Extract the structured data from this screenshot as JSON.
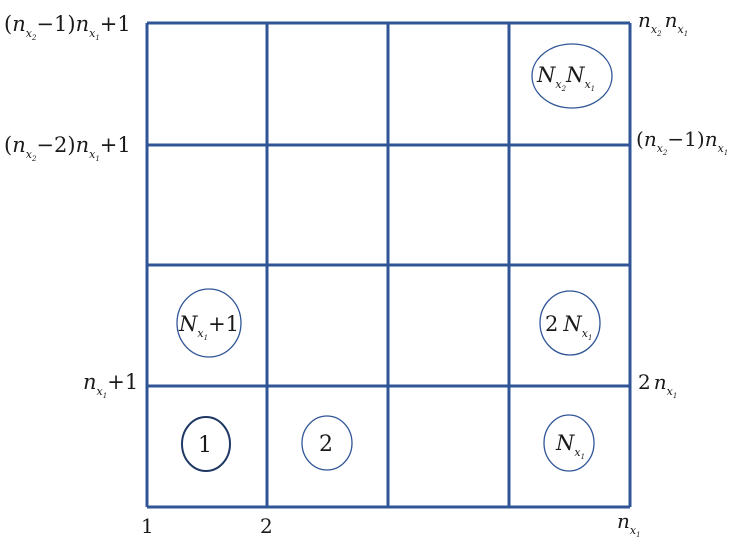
{
  "grid": {
    "columns": 4,
    "rows": 4,
    "line_color": "#2f5597"
  },
  "bottom_labels": {
    "first": "1",
    "second": "2",
    "last_base": "n",
    "last_sub": "x",
    "last_subsub": "1"
  },
  "left_labels": {
    "top": {
      "open": "(",
      "base": "n",
      "sub": "x",
      "subsub": "2",
      "mid": "−1)",
      "base2": "n",
      "sub2": "x",
      "subsub2": "1",
      "tail": "+1"
    },
    "second": {
      "open": "(",
      "base": "n",
      "sub": "x",
      "subsub": "2",
      "mid": "−2)",
      "base2": "n",
      "sub2": "x",
      "subsub2": "1",
      "tail": "+1"
    },
    "fourth": {
      "base": "n",
      "sub": "x",
      "subsub": "1",
      "tail": "+1"
    }
  },
  "right_labels": {
    "top": {
      "base": "n",
      "sub": "x",
      "subsub": "2",
      "base2": "n",
      "sub2": "x",
      "subsub2": "1"
    },
    "second": {
      "open": "(",
      "base": "n",
      "sub": "x",
      "subsub": "2",
      "mid": "−1)",
      "base2": "n",
      "sub2": "x",
      "subsub2": "1"
    },
    "fourth": {
      "coef": "2",
      "base": "n",
      "sub": "x",
      "subsub": "1"
    }
  },
  "cells": {
    "one": "1",
    "two": "2",
    "n_x1": {
      "base": "N",
      "sub": "x",
      "subsub": "1"
    },
    "n_x1_plus_1": {
      "base": "N",
      "sub": "x",
      "subsub": "1",
      "tail": "+1"
    },
    "two_n_x1": {
      "coef": "2",
      "base": "N",
      "sub": "x",
      "subsub": "1"
    },
    "n_x2_n_x1": {
      "base": "N",
      "sub": "x",
      "subsub": "2",
      "base2": "N",
      "sub2": "x",
      "subsub2": "1"
    }
  }
}
